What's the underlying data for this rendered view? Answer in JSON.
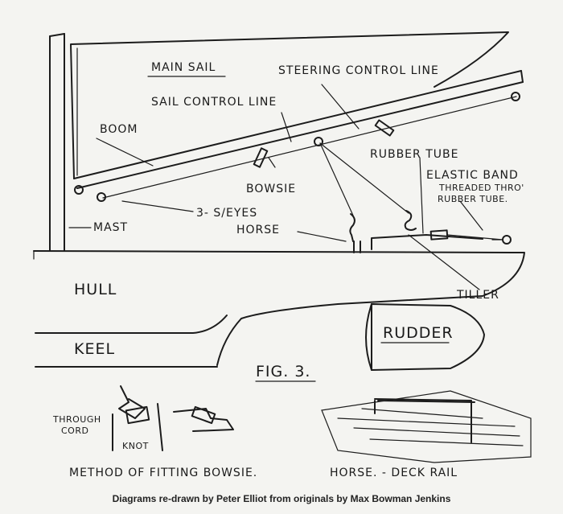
{
  "labels": {
    "main_sail": "MAIN SAIL",
    "steering_control_line": "STEERING CONTROL LINE",
    "sail_control_line": "SAIL CONTROL LINE",
    "boom": "BOOM",
    "rubber_tube": "RUBBER TUBE",
    "elastic_band": "ELASTIC BAND",
    "threaded_1": "THREADED THRO'",
    "threaded_2": "RUBBER TUBE.",
    "bowsie": "BOWSIE",
    "s_eyes": "3- S/EYES",
    "mast": "MAST",
    "horse": "HORSE",
    "hull": "HULL",
    "tiller": "TILLER",
    "rudder": "RUDDER",
    "keel": "KEEL",
    "fig": "FIG. 3.",
    "through_cord_1": "THROUGH",
    "through_cord_2": "CORD",
    "knot": "KNOT",
    "method": "METHOD OF FITTING BOWSIE.",
    "horse_deck_rail": "HORSE. - DECK RAIL"
  },
  "caption": "Diagrams re-drawn by Peter Elliot from originals by Max Bowman Jenkins"
}
